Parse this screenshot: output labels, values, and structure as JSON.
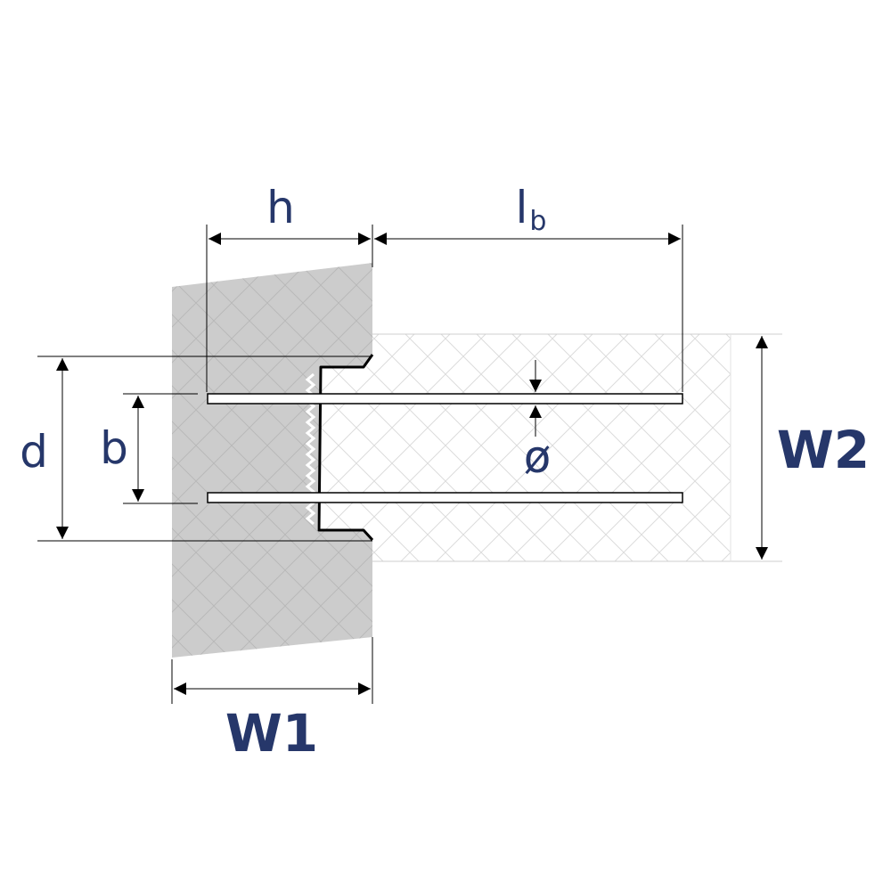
{
  "diagram": {
    "labels": {
      "h": "h",
      "lb_main": "l",
      "lb_sub": "b",
      "d": "d",
      "b": "b",
      "diameter": "ø",
      "w1": "W1",
      "w2": "W2"
    },
    "colors": {
      "label": "#26376a",
      "wall_fill": "#cccccc",
      "hatch_dark": "#b9b9b9",
      "hatch_light": "#dcdcdc",
      "line": "#000000"
    }
  }
}
